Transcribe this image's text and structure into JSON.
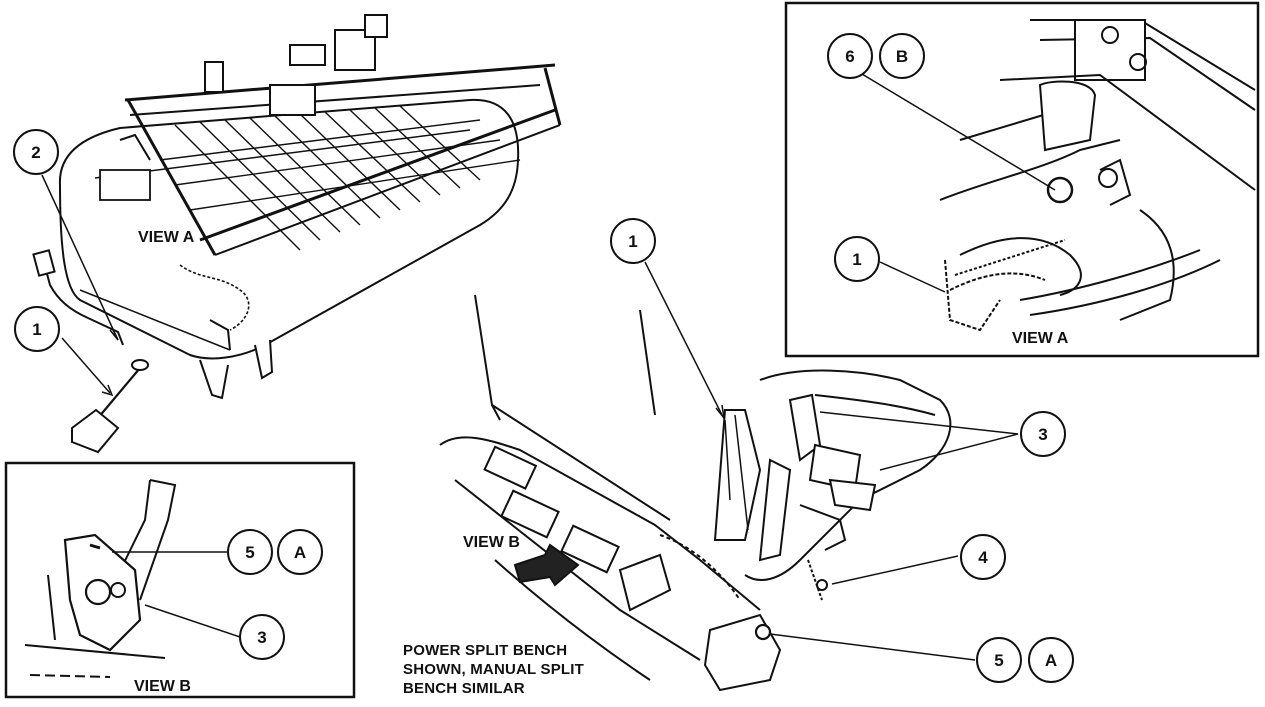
{
  "labels": {
    "view_a_main": "VIEW A",
    "view_a_inset": "VIEW A",
    "view_b_main": "VIEW B",
    "view_b_inset": "VIEW B"
  },
  "caption": {
    "line1": "POWER SPLIT BENCH",
    "line2": "SHOWN, MANUAL SPLIT",
    "line3": "BENCH SIMILAR"
  },
  "callouts": {
    "c2_seat": "2",
    "c1_seat": "1",
    "c1_main": "1",
    "c3_main": "3",
    "c4_main": "4",
    "c5_main": "5",
    "cA_main": "A",
    "c6_inset": "6",
    "cB_inset": "B",
    "c1_inset": "1",
    "c5_inset": "5",
    "cA_inset": "A",
    "c3_inset": "3"
  }
}
